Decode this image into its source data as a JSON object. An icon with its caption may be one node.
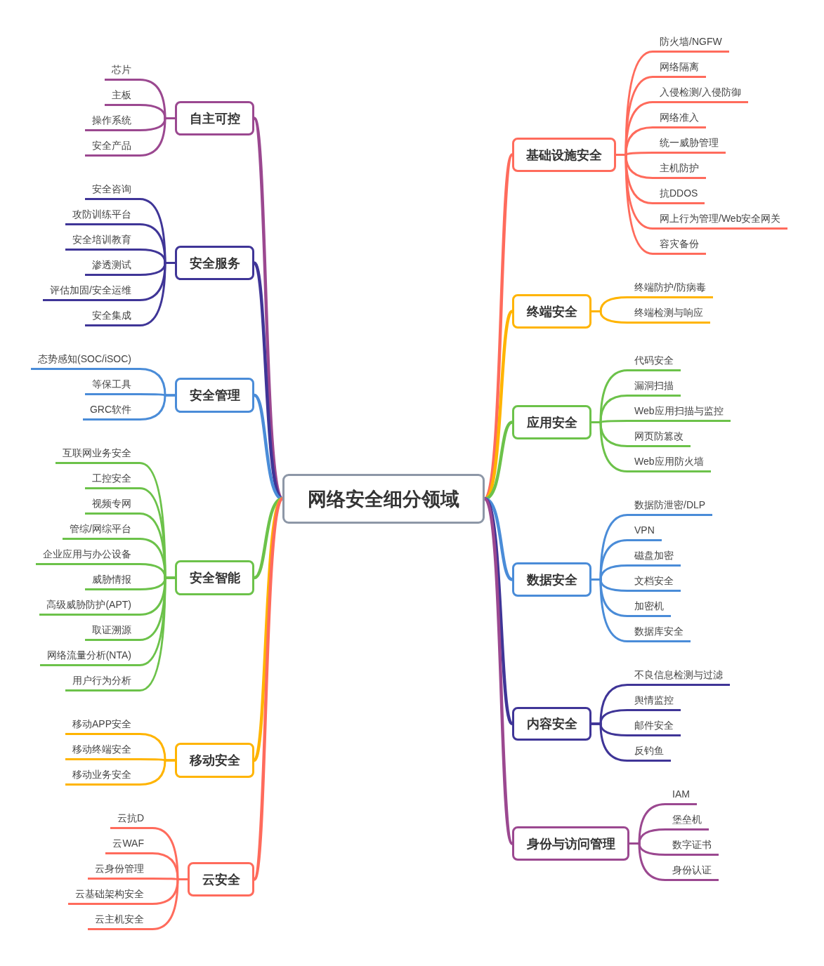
{
  "diagram": {
    "nodes": [
      {
        "text": [
          "网络安全细分领域"
        ]
      },
      {
        "text": [
          "自主可控"
        ]
      },
      {
        "text": [
          "芯片"
        ]
      },
      {
        "text": [
          "主板"
        ]
      },
      {
        "text": [
          "操作系统"
        ]
      },
      {
        "text": [
          "安全产品"
        ]
      },
      {
        "text": [
          "安全服务"
        ]
      },
      {
        "text": [
          "安全咨询"
        ]
      },
      {
        "text": [
          "攻防训练平台"
        ]
      },
      {
        "text": [
          "安全培训教育"
        ]
      },
      {
        "text": [
          "渗透测试"
        ]
      },
      {
        "text": [
          "评估加固/安全运维"
        ]
      },
      {
        "text": [
          "安全集成"
        ]
      },
      {
        "text": [
          "安全管理"
        ]
      },
      {
        "text": [
          "态势感知(SOC/iSOC)"
        ]
      },
      {
        "text": [
          "等保工具"
        ]
      },
      {
        "text": [
          "GRC软件"
        ]
      },
      {
        "text": [
          "安全智能"
        ]
      },
      {
        "text": [
          "互联网业务安全"
        ]
      },
      {
        "text": [
          "工控安全"
        ]
      },
      {
        "text": [
          "视频专网"
        ]
      },
      {
        "text": [
          "管综/网综平台"
        ]
      },
      {
        "text": [
          "企业应用与办公设备"
        ]
      },
      {
        "text": [
          "威胁情报"
        ]
      },
      {
        "text": [
          "高级威胁防护(APT)"
        ]
      },
      {
        "text": [
          "取证溯源"
        ]
      },
      {
        "text": [
          "网络流量分析(NTA)"
        ]
      },
      {
        "text": [
          "用户行为分析"
        ]
      },
      {
        "text": [
          "移动安全"
        ]
      },
      {
        "text": [
          "移动APP安全"
        ]
      },
      {
        "text": [
          "移动终端安全"
        ]
      },
      {
        "text": [
          "移动业务安全"
        ]
      },
      {
        "text": [
          "云安全"
        ]
      },
      {
        "text": [
          "云抗D"
        ]
      },
      {
        "text": [
          "云WAF"
        ]
      },
      {
        "text": [
          "云身份管理"
        ]
      },
      {
        "text": [
          "云基础架构安全"
        ]
      },
      {
        "text": [
          "云主机安全"
        ]
      },
      {
        "text": [
          "基础设施安全"
        ]
      },
      {
        "text": [
          "防火墙/NGFW"
        ]
      },
      {
        "text": [
          "网络隔离"
        ]
      },
      {
        "text": [
          "入侵检测/入侵防御"
        ]
      },
      {
        "text": [
          "网络准入"
        ]
      },
      {
        "text": [
          "统一威胁管理"
        ]
      },
      {
        "text": [
          "主机防护"
        ]
      },
      {
        "text": [
          "抗DDOS"
        ]
      },
      {
        "text": [
          "网上行为管理/Web安全网关"
        ]
      },
      {
        "text": [
          "容灾备份"
        ]
      },
      {
        "text": [
          "终端安全"
        ]
      },
      {
        "text": [
          "终端防护/防病毒"
        ]
      },
      {
        "text": [
          "终端检测与响应"
        ]
      },
      {
        "text": [
          "应用安全"
        ]
      },
      {
        "text": [
          "代码安全"
        ]
      },
      {
        "text": [
          "漏洞扫描"
        ]
      },
      {
        "text": [
          "Web应用扫描与监控"
        ]
      },
      {
        "text": [
          "网页防篡改"
        ]
      },
      {
        "text": [
          "Web应用防火墙"
        ]
      },
      {
        "text": [
          "数据安全"
        ]
      },
      {
        "text": [
          "数据防泄密/DLP"
        ]
      },
      {
        "text": [
          "VPN"
        ]
      },
      {
        "text": [
          "磁盘加密"
        ]
      },
      {
        "text": [
          "文档安全"
        ]
      },
      {
        "text": [
          "加密机"
        ]
      },
      {
        "text": [
          "数据库安全"
        ]
      },
      {
        "text": [
          "内容安全"
        ]
      },
      {
        "text": [
          "不良信息检测与过滤"
        ]
      },
      {
        "text": [
          "舆情监控"
        ]
      },
      {
        "text": [
          "邮件安全"
        ]
      },
      {
        "text": [
          "反钓鱼"
        ]
      },
      {
        "text": [
          "身份与访问管理"
        ]
      },
      {
        "text": [
          "IAM"
        ]
      },
      {
        "text": [
          "堡垒机"
        ]
      },
      {
        "text": [
          "数字证书"
        ]
      },
      {
        "text": [
          "身份认证"
        ]
      }
    ],
    "edges": [
      {
        "from": 0,
        "to": 1,
        "arrow": "none",
        "color": "#9b4890"
      },
      {
        "from": 1,
        "to": 2,
        "arrow": "none",
        "color": "#9b4890"
      },
      {
        "from": 1,
        "to": 3,
        "arrow": "none",
        "color": "#9b4890"
      },
      {
        "from": 1,
        "to": 4,
        "arrow": "none",
        "color": "#9b4890"
      },
      {
        "from": 1,
        "to": 5,
        "arrow": "none",
        "color": "#9b4890"
      },
      {
        "from": 0,
        "to": 6,
        "arrow": "none",
        "color": "#3f3597"
      },
      {
        "from": 6,
        "to": 7,
        "arrow": "none",
        "color": "#3f3597"
      },
      {
        "from": 6,
        "to": 8,
        "arrow": "none",
        "color": "#3f3597"
      },
      {
        "from": 6,
        "to": 9,
        "arrow": "none",
        "color": "#3f3597"
      },
      {
        "from": 6,
        "to": 10,
        "arrow": "none",
        "color": "#3f3597"
      },
      {
        "from": 6,
        "to": 11,
        "arrow": "none",
        "color": "#3f3597"
      },
      {
        "from": 6,
        "to": 12,
        "arrow": "none",
        "color": "#3f3597"
      },
      {
        "from": 0,
        "to": 13,
        "arrow": "none",
        "color": "#4a8cd8"
      },
      {
        "from": 13,
        "to": 14,
        "arrow": "none",
        "color": "#4a8cd8"
      },
      {
        "from": 13,
        "to": 15,
        "arrow": "none",
        "color": "#4a8cd8"
      },
      {
        "from": 13,
        "to": 16,
        "arrow": "none",
        "color": "#4a8cd8"
      },
      {
        "from": 0,
        "to": 17,
        "arrow": "none",
        "color": "#6cc24a"
      },
      {
        "from": 17,
        "to": 18,
        "arrow": "none",
        "color": "#6cc24a"
      },
      {
        "from": 17,
        "to": 19,
        "arrow": "none",
        "color": "#6cc24a"
      },
      {
        "from": 17,
        "to": 20,
        "arrow": "none",
        "color": "#6cc24a"
      },
      {
        "from": 17,
        "to": 21,
        "arrow": "none",
        "color": "#6cc24a"
      },
      {
        "from": 17,
        "to": 22,
        "arrow": "none",
        "color": "#6cc24a"
      },
      {
        "from": 17,
        "to": 23,
        "arrow": "none",
        "color": "#6cc24a"
      },
      {
        "from": 17,
        "to": 24,
        "arrow": "none",
        "color": "#6cc24a"
      },
      {
        "from": 17,
        "to": 25,
        "arrow": "none",
        "color": "#6cc24a"
      },
      {
        "from": 17,
        "to": 26,
        "arrow": "none",
        "color": "#6cc24a"
      },
      {
        "from": 17,
        "to": 27,
        "arrow": "none",
        "color": "#6cc24a"
      },
      {
        "from": 0,
        "to": 28,
        "arrow": "none",
        "color": "#ffb400"
      },
      {
        "from": 28,
        "to": 29,
        "arrow": "none",
        "color": "#ffb400"
      },
      {
        "from": 28,
        "to": 30,
        "arrow": "none",
        "color": "#ffb400"
      },
      {
        "from": 28,
        "to": 31,
        "arrow": "none",
        "color": "#ffb400"
      },
      {
        "from": 0,
        "to": 32,
        "arrow": "none",
        "color": "#ff6b5c"
      },
      {
        "from": 32,
        "to": 33,
        "arrow": "none",
        "color": "#ff6b5c"
      },
      {
        "from": 32,
        "to": 34,
        "arrow": "none",
        "color": "#ff6b5c"
      },
      {
        "from": 32,
        "to": 35,
        "arrow": "none",
        "color": "#ff6b5c"
      },
      {
        "from": 32,
        "to": 36,
        "arrow": "none",
        "color": "#ff6b5c"
      },
      {
        "from": 32,
        "to": 37,
        "arrow": "none",
        "color": "#ff6b5c"
      },
      {
        "from": 0,
        "to": 38,
        "arrow": "none",
        "color": "#ff6b5c"
      },
      {
        "from": 38,
        "to": 39,
        "arrow": "none",
        "color": "#ff6b5c"
      },
      {
        "from": 38,
        "to": 40,
        "arrow": "none",
        "color": "#ff6b5c"
      },
      {
        "from": 38,
        "to": 41,
        "arrow": "none",
        "color": "#ff6b5c"
      },
      {
        "from": 38,
        "to": 42,
        "arrow": "none",
        "color": "#ff6b5c"
      },
      {
        "from": 38,
        "to": 43,
        "arrow": "none",
        "color": "#ff6b5c"
      },
      {
        "from": 38,
        "to": 44,
        "arrow": "none",
        "color": "#ff6b5c"
      },
      {
        "from": 38,
        "to": 45,
        "arrow": "none",
        "color": "#ff6b5c"
      },
      {
        "from": 38,
        "to": 46,
        "arrow": "none",
        "color": "#ff6b5c"
      },
      {
        "from": 38,
        "to": 47,
        "arrow": "none",
        "color": "#ff6b5c"
      },
      {
        "from": 0,
        "to": 48,
        "arrow": "none",
        "color": "#ffb400"
      },
      {
        "from": 48,
        "to": 49,
        "arrow": "none",
        "color": "#ffb400"
      },
      {
        "from": 48,
        "to": 50,
        "arrow": "none",
        "color": "#ffb400"
      },
      {
        "from": 0,
        "to": 51,
        "arrow": "none",
        "color": "#6cc24a"
      },
      {
        "from": 51,
        "to": 52,
        "arrow": "none",
        "color": "#6cc24a"
      },
      {
        "from": 51,
        "to": 53,
        "arrow": "none",
        "color": "#6cc24a"
      },
      {
        "from": 51,
        "to": 54,
        "arrow": "none",
        "color": "#6cc24a"
      },
      {
        "from": 51,
        "to": 55,
        "arrow": "none",
        "color": "#6cc24a"
      },
      {
        "from": 51,
        "to": 56,
        "arrow": "none",
        "color": "#6cc24a"
      },
      {
        "from": 0,
        "to": 57,
        "arrow": "none",
        "color": "#4a8cd8"
      },
      {
        "from": 57,
        "to": 58,
        "arrow": "none",
        "color": "#4a8cd8"
      },
      {
        "from": 57,
        "to": 59,
        "arrow": "none",
        "color": "#4a8cd8"
      },
      {
        "from": 57,
        "to": 60,
        "arrow": "none",
        "color": "#4a8cd8"
      },
      {
        "from": 57,
        "to": 61,
        "arrow": "none",
        "color": "#4a8cd8"
      },
      {
        "from": 57,
        "to": 62,
        "arrow": "none",
        "color": "#4a8cd8"
      },
      {
        "from": 57,
        "to": 63,
        "arrow": "none",
        "color": "#4a8cd8"
      },
      {
        "from": 0,
        "to": 64,
        "arrow": "none",
        "color": "#3f3597"
      },
      {
        "from": 64,
        "to": 65,
        "arrow": "none",
        "color": "#3f3597"
      },
      {
        "from": 64,
        "to": 66,
        "arrow": "none",
        "color": "#3f3597"
      },
      {
        "from": 64,
        "to": 67,
        "arrow": "none",
        "color": "#3f3597"
      },
      {
        "from": 64,
        "to": 68,
        "arrow": "none",
        "color": "#3f3597"
      },
      {
        "from": 0,
        "to": 69,
        "arrow": "none",
        "color": "#9b4890"
      },
      {
        "from": 69,
        "to": 70,
        "arrow": "none",
        "color": "#9b4890"
      },
      {
        "from": 69,
        "to": 71,
        "arrow": "none",
        "color": "#9b4890"
      },
      {
        "from": 69,
        "to": 72,
        "arrow": "none",
        "color": "#9b4890"
      },
      {
        "from": 69,
        "to": 73,
        "arrow": "none",
        "color": "#9b4890"
      }
    ]
  }
}
